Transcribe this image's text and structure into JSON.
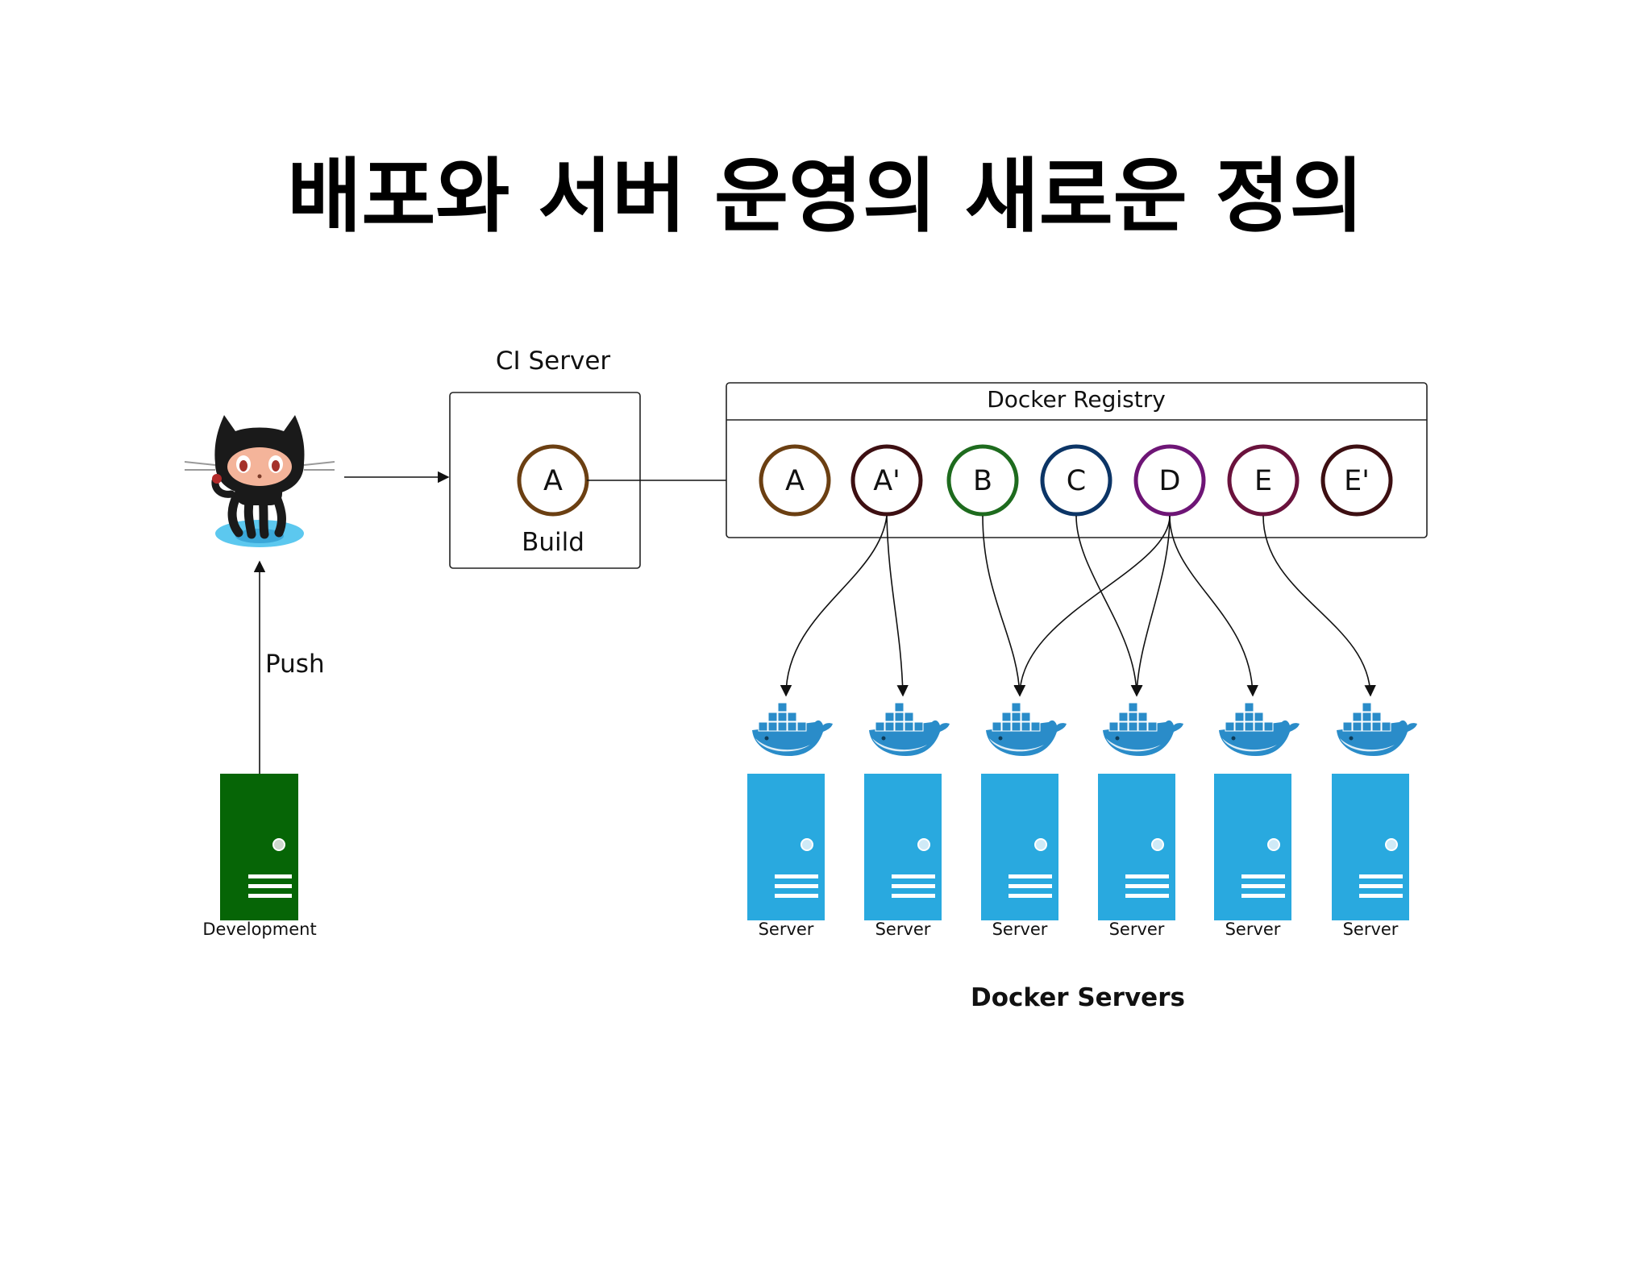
{
  "title": "배포와 서버 운영의 새로운 정의",
  "ci_server": {
    "title": "CI Server",
    "node": "A",
    "node_label": "Build"
  },
  "push_label": "Push",
  "development_label": "Development",
  "registry": {
    "title": "Docker Registry",
    "images": [
      {
        "label": "A",
        "color": "#6b3f12"
      },
      {
        "label": "A'",
        "color": "#3d0f12"
      },
      {
        "label": "B",
        "color": "#1e6b1e"
      },
      {
        "label": "C",
        "color": "#0c3566"
      },
      {
        "label": "D",
        "color": "#6e1576"
      },
      {
        "label": "E",
        "color": "#6a123c"
      },
      {
        "label": "E'",
        "color": "#3d0f12"
      }
    ]
  },
  "servers": [
    {
      "label": "Server"
    },
    {
      "label": "Server"
    },
    {
      "label": "Server"
    },
    {
      "label": "Server"
    },
    {
      "label": "Server"
    },
    {
      "label": "Server"
    }
  ],
  "docker_servers_label": "Docker Servers",
  "colors": {
    "development_server": "#066506",
    "docker_server": "#29a9df",
    "whale": "#2a8cc9",
    "octocat_skin": "#f4b49a",
    "octocat_water": "#5cc8ef"
  }
}
